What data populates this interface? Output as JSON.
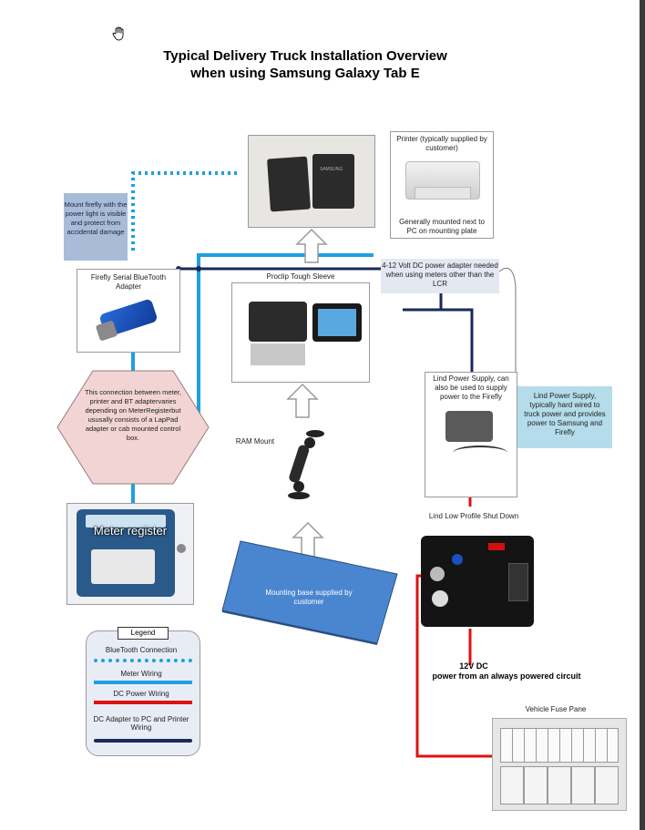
{
  "title": {
    "line1": "Typical  Delivery Truck Installation Overview",
    "line2": "when using Samsung Galaxy Tab E"
  },
  "labels": {
    "printer_top": "Printer (typically supplied by customer)",
    "printer_bottom": "Generally mounted next to PC on mounting plate",
    "mount_firefly": "Mount firefly with the power light is visible and protect from accidental damage",
    "firefly_adapter": "Firefly Serial BlueTooth Adapter",
    "dc_adapter_note": "4-12 Volt DC power adapter needed when using meters other than the LCR",
    "proclip": "Proclip Tough Sleeve",
    "connection_note": "This connection between meter, printer and BT adaptervaries depending on MeterRegisterbut ususally consists of a LapPad adapter or cab mounted control box.",
    "ram_mount": "RAM Mount",
    "lind_supply_box": "Lind Power Supply, can also be used to supply power to the Firefly",
    "lind_supply_side": "Lind Power Supply, typically hard wired to truck power and provides power to Samsung and Firefly",
    "meter_register": "Meter register",
    "lind_shutdown": "Lind Low Profile Shut Down",
    "mounting_base": "Mounting base supplied by customer",
    "power_12v_line1": "12V DC",
    "power_12v_line2": "power from an always powered circuit",
    "fuse_panel": "Vehicle Fuse Pane"
  },
  "legend": {
    "title": "Legend",
    "items": [
      {
        "label": "BlueTooth Connection",
        "color": "#1ea0e0"
      },
      {
        "label": "Meter Wiring",
        "color": "#1ea0e0"
      },
      {
        "label": "DC Power Wiring",
        "color": "#e01010"
      },
      {
        "label": "DC Adapter to PC and Printer Wiring",
        "color": "#1a2a5a"
      }
    ]
  },
  "colors": {
    "bluetooth": "#1ea0e0",
    "meter_wiring": "#1ea0e0",
    "dc_power": "#e01010",
    "dc_adapter": "#1a2a5a",
    "mount_note_bg": "#a8bcd8",
    "lind_note_bg": "#b4dcea",
    "hexagon": "#f2d4d4",
    "mounting_base": "#4a86d0"
  },
  "icons": [
    "hand-cursor-icon",
    "up-arrow-icon"
  ]
}
